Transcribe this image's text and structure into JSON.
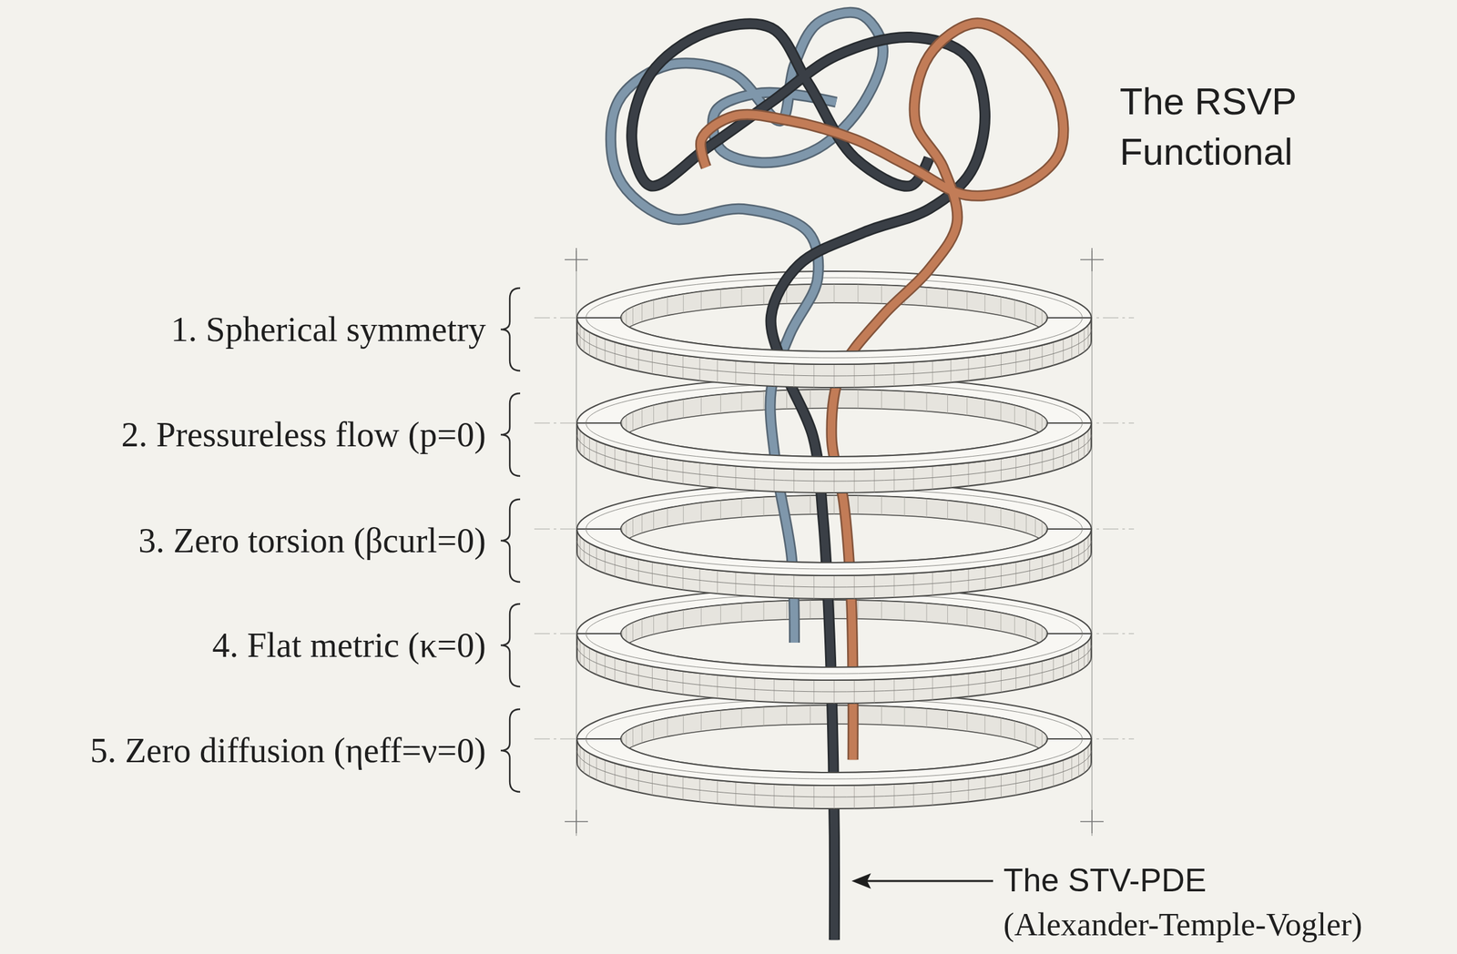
{
  "diagram": {
    "labels": [
      "The RSVP Functional",
      "1. Spherical symmetry",
      "2. Pressureless flow (p=0)",
      "3. Zero torsion (βcurl=0)",
      "4. Flat metric (κ=0)",
      "5. Zero diffusion (ηeff=ν=0)",
      "The STV-PDE",
      "(Alexander-Temple-Vogler)"
    ]
  }
}
